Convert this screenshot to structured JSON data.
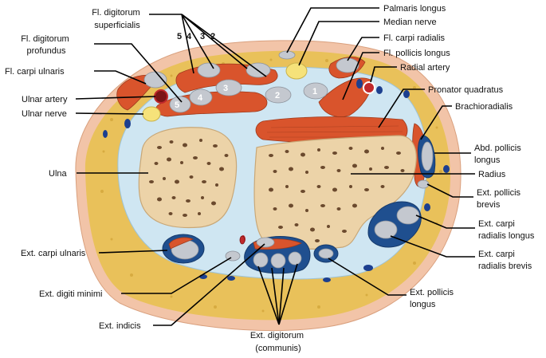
{
  "labels": {
    "fl_dig_sup": [
      "Fl. digitorum",
      "superficialis"
    ],
    "fl_dig_prof": [
      "Fl. digitorum",
      "profundus"
    ],
    "fl_carpi_uln": "Fl. carpi ulnaris",
    "ulnar_artery": "Ulnar artery",
    "ulnar_nerve": "Ulnar nerve",
    "ulna": "Ulna",
    "ext_carpi_uln": "Ext. carpi ulnaris",
    "ext_dig_min": "Ext. digiti minimi",
    "ext_indicis": "Ext. indicis",
    "ext_dig_comm": [
      "Ext. digitorum",
      "(communis)"
    ],
    "ext_poll_long": [
      "Ext. pollicis",
      "longus"
    ],
    "palmaris": "Palmaris longus",
    "median": "Median nerve",
    "fl_carpi_rad": "Fl. carpi radialis",
    "fl_poll_long": "Fl. pollicis longus",
    "radial_artery": "Radial artery",
    "pronator": "Pronator quadratus",
    "brachioradialis": "Brachioradialis",
    "abd_poll": [
      "Abd. pollicis",
      "longus"
    ],
    "radius": "Radius",
    "ext_poll_brev": [
      "Ext. pollicis",
      "brevis"
    ],
    "ext_carpi_rad_long": [
      "Ext. carpi",
      "radialis longus"
    ],
    "ext_carpi_rad_brev": [
      "Ext. carpi",
      "radialis brevis"
    ]
  },
  "numbers": {
    "sup": [
      "5",
      "4",
      "3",
      "2"
    ],
    "tendons": [
      "1",
      "2",
      "3",
      "4",
      "5"
    ]
  },
  "colors": {
    "skin": "#f2c4a8",
    "fat": "#e9c15a",
    "fascia": "#cfe6f2",
    "muscle": "#d9542c",
    "bone": "#ecd3a8",
    "nerve": "#f6e27a",
    "vessel_blue": "#1c3f8f",
    "artery_red": "#c0282b"
  }
}
